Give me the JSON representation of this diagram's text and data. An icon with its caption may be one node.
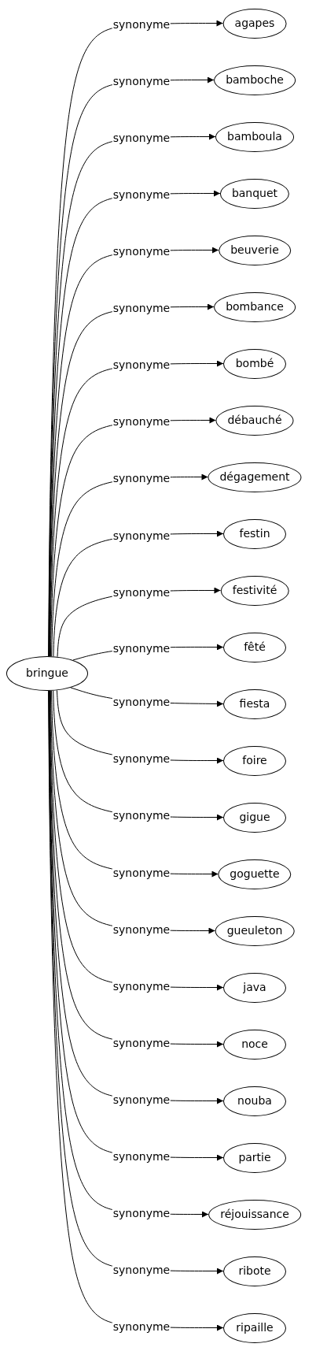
{
  "diagram": {
    "nodes": [
      {
        "text": [
          "bringue"
        ]
      },
      {
        "text": [
          "agapes"
        ]
      },
      {
        "text": [
          "bamboche"
        ]
      },
      {
        "text": [
          "bamboula"
        ]
      },
      {
        "text": [
          "banquet"
        ]
      },
      {
        "text": [
          "beuverie"
        ]
      },
      {
        "text": [
          "bombance"
        ]
      },
      {
        "text": [
          "bombé"
        ]
      },
      {
        "text": [
          "débauché"
        ]
      },
      {
        "text": [
          "dégagement"
        ]
      },
      {
        "text": [
          "festin"
        ]
      },
      {
        "text": [
          "festivité"
        ]
      },
      {
        "text": [
          "fêté"
        ]
      },
      {
        "text": [
          "fiesta"
        ]
      },
      {
        "text": [
          "foire"
        ]
      },
      {
        "text": [
          "gigue"
        ]
      },
      {
        "text": [
          "goguette"
        ]
      },
      {
        "text": [
          "gueuleton"
        ]
      },
      {
        "text": [
          "java"
        ]
      },
      {
        "text": [
          "noce"
        ]
      },
      {
        "text": [
          "nouba"
        ]
      },
      {
        "text": [
          "partie"
        ]
      },
      {
        "text": [
          "réjouissance"
        ]
      },
      {
        "text": [
          "ribote"
        ]
      },
      {
        "text": [
          "ripaille"
        ]
      }
    ],
    "edges": [
      {
        "from": 0,
        "to": 1,
        "arrow": "to",
        "label": "synonyme"
      },
      {
        "from": 0,
        "to": 2,
        "arrow": "to",
        "label": "synonyme"
      },
      {
        "from": 0,
        "to": 3,
        "arrow": "to",
        "label": "synonyme"
      },
      {
        "from": 0,
        "to": 4,
        "arrow": "to",
        "label": "synonyme"
      },
      {
        "from": 0,
        "to": 5,
        "arrow": "to",
        "label": "synonyme"
      },
      {
        "from": 0,
        "to": 6,
        "arrow": "to",
        "label": "synonyme"
      },
      {
        "from": 0,
        "to": 7,
        "arrow": "to",
        "label": "synonyme"
      },
      {
        "from": 0,
        "to": 8,
        "arrow": "to",
        "label": "synonyme"
      },
      {
        "from": 0,
        "to": 9,
        "arrow": "to",
        "label": "synonyme"
      },
      {
        "from": 0,
        "to": 10,
        "arrow": "to",
        "label": "synonyme"
      },
      {
        "from": 0,
        "to": 11,
        "arrow": "to",
        "label": "synonyme"
      },
      {
        "from": 0,
        "to": 12,
        "arrow": "to",
        "label": "synonyme"
      },
      {
        "from": 0,
        "to": 13,
        "arrow": "to",
        "label": "synonyme"
      },
      {
        "from": 0,
        "to": 14,
        "arrow": "to",
        "label": "synonyme"
      },
      {
        "from": 0,
        "to": 15,
        "arrow": "to",
        "label": "synonyme"
      },
      {
        "from": 0,
        "to": 16,
        "arrow": "to",
        "label": "synonyme"
      },
      {
        "from": 0,
        "to": 17,
        "arrow": "to",
        "label": "synonyme"
      },
      {
        "from": 0,
        "to": 18,
        "arrow": "to",
        "label": "synonyme"
      },
      {
        "from": 0,
        "to": 19,
        "arrow": "to",
        "label": "synonyme"
      },
      {
        "from": 0,
        "to": 20,
        "arrow": "to",
        "label": "synonyme"
      },
      {
        "from": 0,
        "to": 21,
        "arrow": "to",
        "label": "synonyme"
      },
      {
        "from": 0,
        "to": 22,
        "arrow": "to",
        "label": "synonyme"
      },
      {
        "from": 0,
        "to": 23,
        "arrow": "to",
        "label": "synonyme"
      },
      {
        "from": 0,
        "to": 24,
        "arrow": "to",
        "label": "synonyme"
      }
    ]
  }
}
